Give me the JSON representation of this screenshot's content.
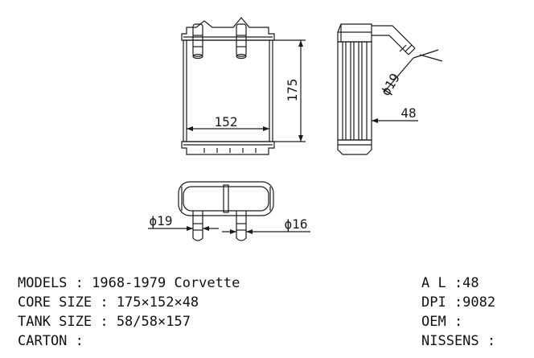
{
  "dimensions": {
    "core_width": "152",
    "core_height": "175",
    "core_depth": "48",
    "pipe_outer": "ϕ19",
    "pipe_side": "ϕ19",
    "pipe_inner": "ϕ16"
  },
  "specs_left": {
    "models": "MODELS : 1968-1979 Corvette",
    "core_size": "CORE SIZE : 175×152×48",
    "tank_size": "TANK SIZE : 58/58×157",
    "carton": "CARTON :"
  },
  "specs_right": {
    "al": "A L :48",
    "dpi": "DPI :9082",
    "oem": "OEM :",
    "nissens": "NISSENS :"
  },
  "colors": {
    "line": "#1a1a1a",
    "background": "#ffffff"
  }
}
